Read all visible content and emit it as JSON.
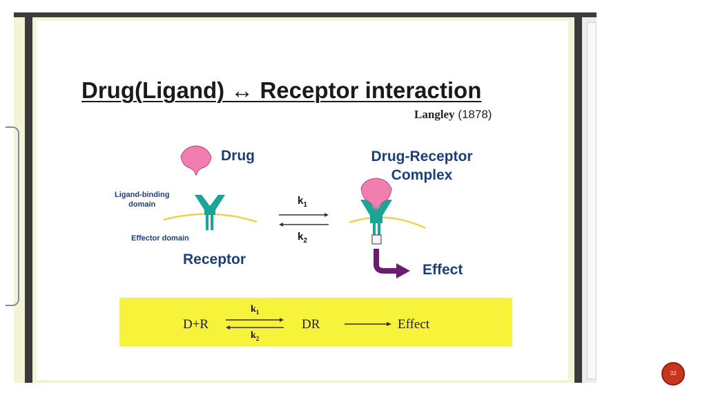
{
  "slide": {
    "title": "Drug(Ligand) ↔ Receptor interaction",
    "citation": {
      "author": "Langley",
      "year": "(1878)"
    }
  },
  "diagram": {
    "drug_label": "Drug",
    "complex_label_line1": "Drug-Receptor",
    "complex_label_line2": "Complex",
    "ligand_binding_line1": "Ligand-binding",
    "ligand_binding_line2": "domain",
    "effector_domain": "Effector domain",
    "receptor_label": "Receptor",
    "effect_label": "Effect",
    "k1": "k",
    "k1_sub": "1",
    "k2": "k",
    "k2_sub": "2"
  },
  "equation": {
    "left": "D+R",
    "k1": "k",
    "k1_sub": "1",
    "k2": "k",
    "k2_sub": "2",
    "middle": "DR",
    "right": "Effect"
  },
  "page_number": "33",
  "colors": {
    "drug": "#f07fb0",
    "receptor": "#1aa596",
    "membrane": "#f0d050",
    "effect_arrow": "#6a1d6e",
    "equation_bg": "#f7f23a",
    "label_blue": "#1c3f7a",
    "page_badge": "#c8351c"
  }
}
